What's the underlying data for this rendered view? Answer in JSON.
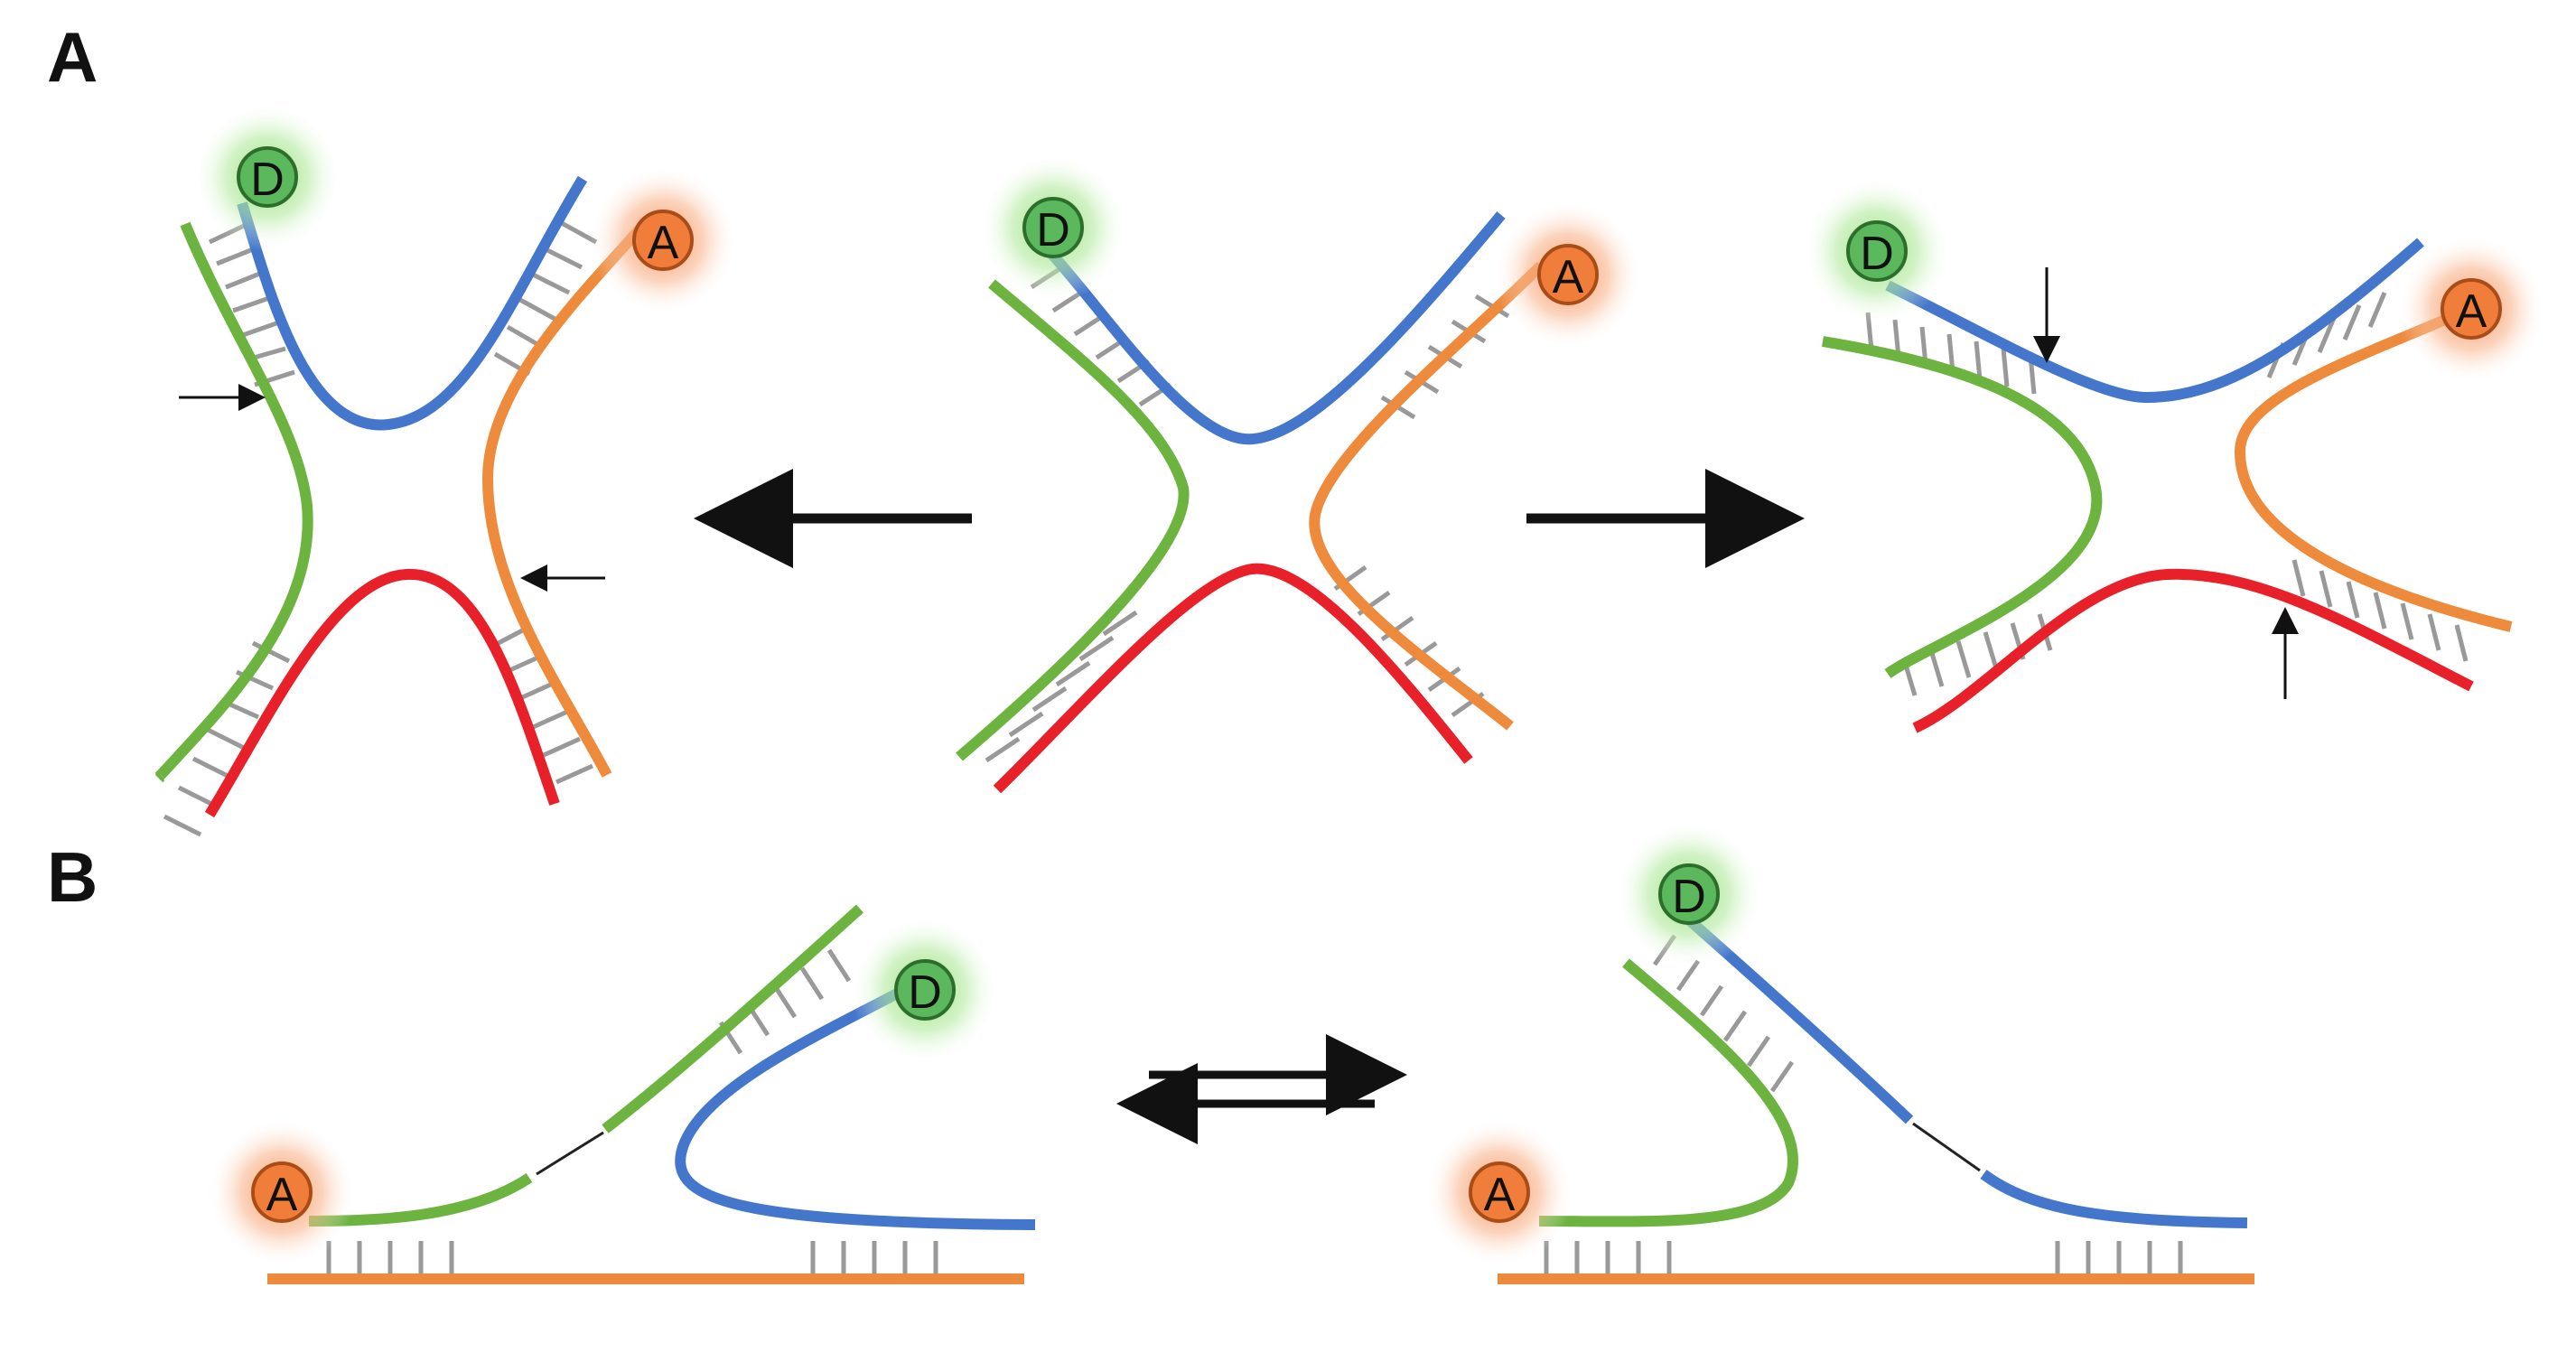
{
  "panels": [
    {
      "id": "A",
      "label": "A"
    },
    {
      "id": "B",
      "label": "B"
    }
  ],
  "fluorophores": {
    "donor": {
      "label": "D",
      "color": "#5cb85c",
      "glow": "#9be28a"
    },
    "acceptor": {
      "label": "A",
      "color": "#f07d3a",
      "glow": "#f7a779"
    }
  },
  "strand_colors": {
    "green": "#6cb33f",
    "blue": "#4477cc",
    "orange": "#ee8a3c",
    "red": "#e8202a",
    "base_pair": "#999999",
    "linker": "#222222",
    "arrow": "#111111"
  }
}
